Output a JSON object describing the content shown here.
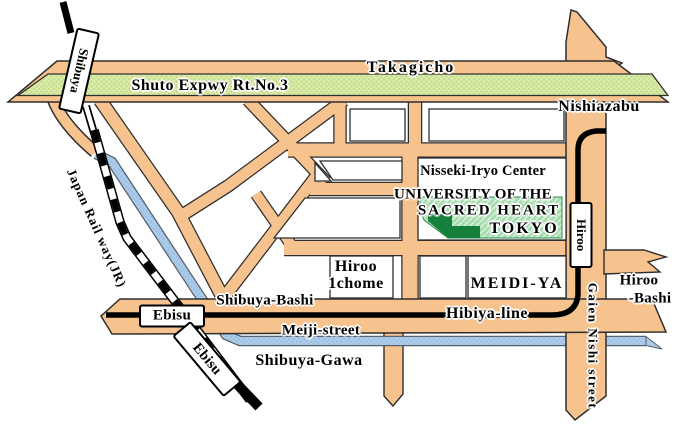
{
  "labels": {
    "shuto_expwy": "Shuto Expwy Rt.No.3",
    "takagicho": "Takagicho",
    "nishiazabu": "Nishiazabu",
    "nisseki": "Nisseki-Iryo Center",
    "university_line1": "UNIVERSITY OF THE",
    "university_line2": "SACRED HEART",
    "university_line3": "TOKYO",
    "hiroo_chome_line1": "Hiroo",
    "hiroo_chome_line2": "1chome",
    "meidiya": "MEIDI-YA",
    "shibuya_bashi": "Shibuya-Bashi",
    "meiji_street": "Meiji-street",
    "hibiya_line": "Hibiya-line",
    "shibuya_gawa": "Shibuya-Gawa",
    "hiroo_bashi_line1": "Hiroo",
    "hiroo_bashi_line2": "-Bashi",
    "gaien_nishi": "Gaien Nishi street",
    "japan_rail": "Japan Rail way(JR)"
  },
  "stations": {
    "shibuya": "Shibuya",
    "ebisu_road": "Ebisu",
    "ebisu_jr": "Ebisu",
    "hiroo": "Hiroo"
  },
  "colors": {
    "road": "#F6C28E",
    "expressway_green": "#D8E9A8",
    "river_blue": "#ABCBE9",
    "campus_light": "#A8DCB0",
    "campus_dark": "#157F3C",
    "rail_black": "#000000"
  }
}
